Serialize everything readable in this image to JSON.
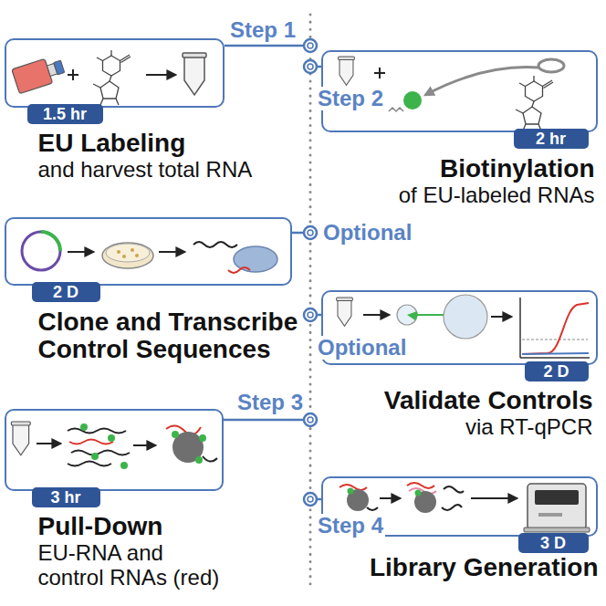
{
  "diagram": {
    "nodes": [
      {
        "text": [
          "EU Labeling",
          "and harvest total RNA"
        ]
      },
      {
        "text": [
          "1.5 hr"
        ],
        "in": 0
      },
      {
        "text": [
          "Biotinylation",
          "of EU-labeled RNAs"
        ]
      },
      {
        "text": [
          "2 hr"
        ],
        "in": 2
      },
      {
        "text": [
          "Clone and Transcribe Control Sequences"
        ]
      },
      {
        "text": [
          "2 D"
        ],
        "in": 4
      },
      {
        "text": [
          "Validate Controls",
          "via RT-qPCR"
        ]
      },
      {
        "text": [
          "2 D"
        ],
        "in": 6
      },
      {
        "text": [
          "Pull-Down",
          "EU-RNA and control RNAs (red)"
        ]
      },
      {
        "text": [
          "3 hr"
        ],
        "in": 8
      },
      {
        "text": [
          "Library Generation"
        ]
      },
      {
        "text": [
          "3 D"
        ],
        "in": 10
      }
    ],
    "labels": [
      "Step 1",
      "Step 2",
      "Optional",
      "Optional",
      "Step 3",
      "Step 4"
    ]
  }
}
